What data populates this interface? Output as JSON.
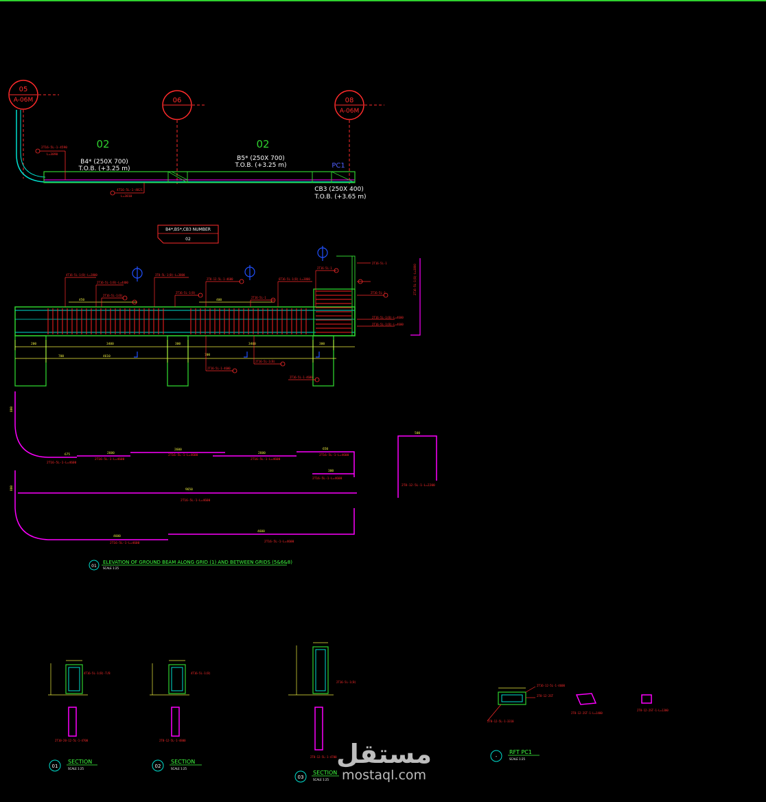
{
  "colors": {
    "background": "#000000",
    "grid": "#ff2b2b",
    "concrete": "#2fd12f",
    "beam_outline": "#00e0d0",
    "rebar": "#ff00ff",
    "stirrup": "#ff2020",
    "dimension": "#f0f040",
    "text": "#ffffff",
    "title": "#40ff40",
    "pc_label": "#5060ff"
  },
  "gridlines": [
    {
      "number": "05",
      "ref": "A-06M"
    },
    {
      "number": "06",
      "ref": ""
    },
    {
      "number": "08",
      "ref": "A-06M"
    }
  ],
  "plan": {
    "span_labels": [
      "02",
      "02"
    ],
    "beam_b4": {
      "name": "B4* (250X 700)",
      "tob": "T.O.B. (+3.25 m)"
    },
    "beam_b5": {
      "name": "B5* (250X 700)",
      "tob": "T.O.B. (+3.25 m)"
    },
    "pc_label": "PC1",
    "beam_cb3": {
      "name": "CB3 (250X 400)",
      "tob": "T.O.B. (+3.65 m)"
    }
  },
  "legend_box": {
    "title": "B4*,B5*,CB3 NUMBER",
    "value": "02"
  },
  "elevation_title": {
    "number": "01",
    "title": "ELEVATION OF GROUND BEAM ALONG GRID (1) AND BETWEEN GRIDS (5&6&8)",
    "scale": "SCALE 1:25"
  },
  "sections": [
    {
      "number": "01",
      "title": "SECTION",
      "scale": "SCALE 1:25"
    },
    {
      "number": "02",
      "title": "SECTION",
      "scale": "SCALE 1:25"
    },
    {
      "number": "03",
      "title": "SECTION",
      "scale": "SCALE 1:25"
    }
  ],
  "rft_pc1": {
    "number": "-",
    "title": "RFT PC1",
    "scale": "SCALE 1:25"
  },
  "watermark": {
    "arabic": "مستقل",
    "latin": "mostaql.com"
  }
}
